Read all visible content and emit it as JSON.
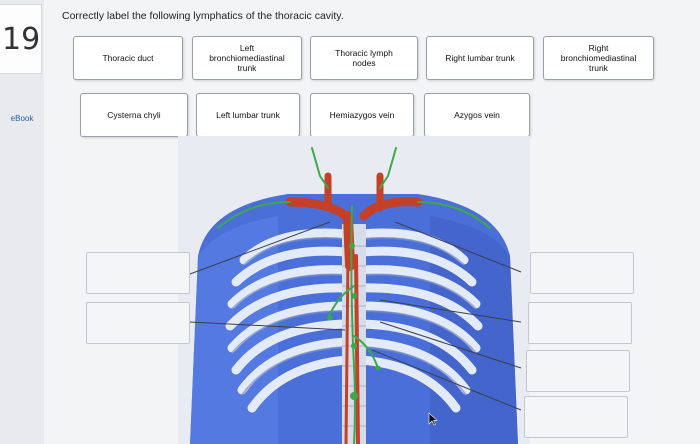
{
  "sidebar": {
    "question_number": "19",
    "ebook_link": "eBook"
  },
  "question": {
    "prompt": "Correctly label the following lymphatics of the thoracic cavity."
  },
  "labels": [
    "Thoracic duct",
    "Left\nbronchiomediastinal\ntrunk",
    "Thoracic lymph\nnodes",
    "Right lumbar trunk",
    "Right\nbronchiomediastinal\ntrunk",
    "Cysterna chyli",
    "Left lumbar trunk",
    "Hemiazygos vein",
    "Azygos vein"
  ],
  "colors": {
    "body_blue": "#4a6fd6",
    "rib_white": "#dfe6f5",
    "vessel_red": "#c8402a",
    "lymph_green": "#3aa24a"
  }
}
